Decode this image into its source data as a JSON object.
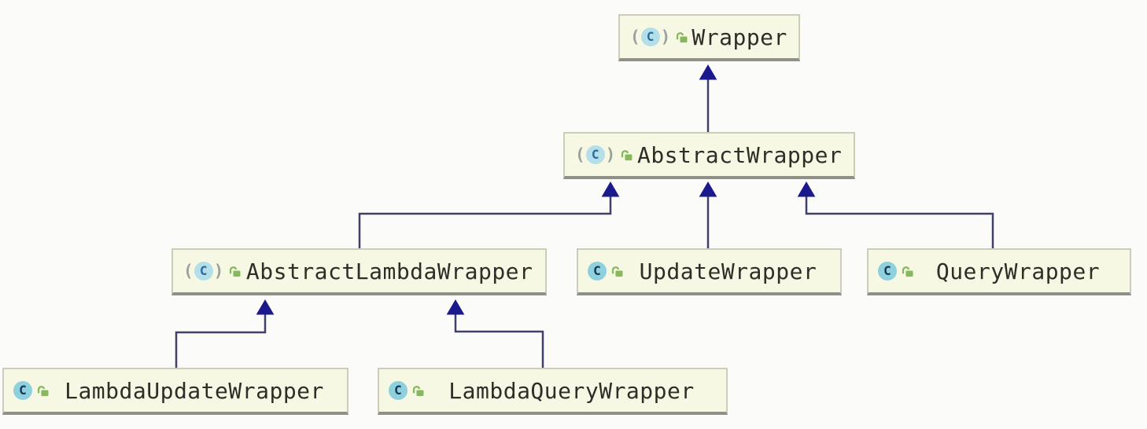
{
  "diagram": {
    "type": "uml-class-inheritance",
    "icons": {
      "class_letter": "C",
      "abstract_paren_open": "(",
      "abstract_paren_close": ")",
      "visibility_icon": "green-open-lock"
    },
    "colors": {
      "node_fill": "#f7f8e3",
      "node_border": "#cbccbe",
      "node_shadow": "#8f9086",
      "edge_line": "#40406a",
      "edge_arrow": "#1a1a8c",
      "class_icon_fill": "#8fd0de",
      "abstract_icon_fill": "#b4dfe8",
      "lock_green": "#86b95c",
      "label_text": "#2e2e29"
    },
    "nodes": [
      {
        "label": "Wrapper",
        "stereotype": "abstract class",
        "visibility": "public"
      },
      {
        "label": "AbstractWrapper",
        "stereotype": "abstract class",
        "visibility": "public"
      },
      {
        "label": "AbstractLambdaWrapper",
        "stereotype": "abstract class",
        "visibility": "public"
      },
      {
        "label": "UpdateWrapper",
        "stereotype": "class",
        "visibility": "public"
      },
      {
        "label": "QueryWrapper",
        "stereotype": "class",
        "visibility": "public"
      },
      {
        "label": "LambdaUpdateWrapper",
        "stereotype": "class",
        "visibility": "public"
      },
      {
        "label": "LambdaQueryWrapper",
        "stereotype": "class",
        "visibility": "public"
      }
    ],
    "edges": [
      {
        "from": "AbstractWrapper",
        "to": "Wrapper",
        "relation": "extends"
      },
      {
        "from": "AbstractLambdaWrapper",
        "to": "AbstractWrapper",
        "relation": "extends"
      },
      {
        "from": "UpdateWrapper",
        "to": "AbstractWrapper",
        "relation": "extends"
      },
      {
        "from": "QueryWrapper",
        "to": "AbstractWrapper",
        "relation": "extends"
      },
      {
        "from": "LambdaUpdateWrapper",
        "to": "AbstractLambdaWrapper",
        "relation": "extends"
      },
      {
        "from": "LambdaQueryWrapper",
        "to": "AbstractLambdaWrapper",
        "relation": "extends"
      }
    ]
  }
}
